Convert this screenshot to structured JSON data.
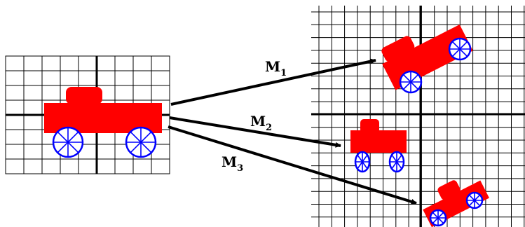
{
  "labels": {
    "m1": {
      "main": "M",
      "sub": "1"
    },
    "m2": {
      "main": "M",
      "sub": "2"
    },
    "m3": {
      "main": "M",
      "sub": "3"
    }
  },
  "colors": {
    "truck": "#ff0000",
    "wheel": "#0000ff",
    "grid": "#000000",
    "arrow": "#000000",
    "background": "#ffffff"
  }
}
